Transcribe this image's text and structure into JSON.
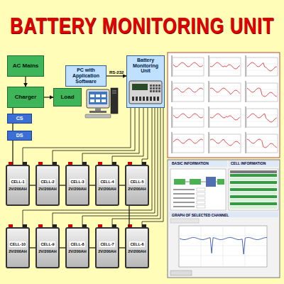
{
  "diagram": {
    "title": "BATTERY MONITORING UNIT",
    "nodes": [
      {
        "text": [
          "AC Mains"
        ]
      },
      {
        "text": [
          "Charger"
        ]
      },
      {
        "text": [
          "Load"
        ]
      },
      {
        "text": [
          "PC with Application Software"
        ]
      },
      {
        "text": [
          "Battery Monitoring Unit"
        ]
      },
      {
        "text": [
          "CS"
        ]
      },
      {
        "text": [
          "DS"
        ]
      },
      {
        "text": [
          "CELL-1",
          "2V/200AH"
        ]
      },
      {
        "text": [
          "CELL-2",
          "2V/200AH"
        ]
      },
      {
        "text": [
          "CELL-3",
          "2V/200AH"
        ]
      },
      {
        "text": [
          "CELL-4",
          "2V/200AH"
        ]
      },
      {
        "text": [
          "CELL-5",
          "2V/200AH"
        ]
      },
      {
        "text": [
          "CELL-10",
          "2V/200AH"
        ]
      },
      {
        "text": [
          "CELL-9",
          "2V/200AH"
        ]
      },
      {
        "text": [
          "CELL-8",
          "2V/200AH"
        ]
      },
      {
        "text": [
          "CELL-7",
          "2V/200AH"
        ]
      },
      {
        "text": [
          "CELL-6",
          "2V/200AH"
        ]
      }
    ],
    "edges": [
      {
        "from": 0,
        "to": 1,
        "arrow": "to"
      },
      {
        "from": 1,
        "to": 2,
        "arrow": "to"
      },
      {
        "from": 3,
        "to": 4,
        "label": "RS-232",
        "arrow": "to"
      },
      {
        "from": 1,
        "to": 5,
        "arrow": "none"
      },
      {
        "from": 5,
        "to": 6,
        "arrow": "none"
      },
      {
        "from": 6,
        "to": 7,
        "arrow": "none"
      },
      {
        "from": 7,
        "to": 8,
        "arrow": "none"
      },
      {
        "from": 8,
        "to": 9,
        "arrow": "none"
      },
      {
        "from": 9,
        "to": 10,
        "arrow": "none"
      },
      {
        "from": 10,
        "to": 11,
        "arrow": "none"
      },
      {
        "from": 11,
        "to": 16,
        "arrow": "none"
      },
      {
        "from": 16,
        "to": 15,
        "arrow": "none"
      },
      {
        "from": 15,
        "to": 14,
        "arrow": "none"
      },
      {
        "from": 14,
        "to": 13,
        "arrow": "none"
      },
      {
        "from": 13,
        "to": 12,
        "arrow": "none"
      },
      {
        "from": 4,
        "to": 7,
        "arrow": "none"
      },
      {
        "from": 4,
        "to": 8,
        "arrow": "none"
      },
      {
        "from": 4,
        "to": 9,
        "arrow": "none"
      },
      {
        "from": 4,
        "to": 10,
        "arrow": "none"
      },
      {
        "from": 4,
        "to": 11,
        "arrow": "none"
      },
      {
        "from": 4,
        "to": 12,
        "arrow": "none"
      },
      {
        "from": 4,
        "to": 13,
        "arrow": "none"
      },
      {
        "from": 4,
        "to": 14,
        "arrow": "none"
      },
      {
        "from": 4,
        "to": 15,
        "arrow": "none"
      },
      {
        "from": 4,
        "to": 16,
        "arrow": "none"
      }
    ],
    "labels": [
      "BASIC INFORMATION",
      "CELL INFORMATION",
      "GRAPH OF SELECTED CHANNEL"
    ]
  }
}
